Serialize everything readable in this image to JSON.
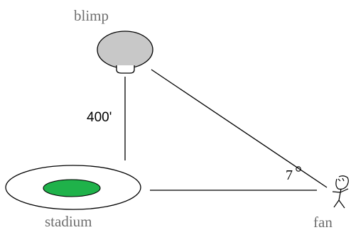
{
  "labels": {
    "blimp": "blimp",
    "height": "400'",
    "stadium": "stadium",
    "fan": "fan",
    "angle": "7",
    "degree_symbol": "°"
  },
  "colors": {
    "label_grey": "#6e6e6e",
    "blimp_body": "#c8c8c8",
    "stadium_field": "#1fb24a",
    "outline": "#000000"
  },
  "icons": {
    "fan": "stick-figure-person"
  }
}
